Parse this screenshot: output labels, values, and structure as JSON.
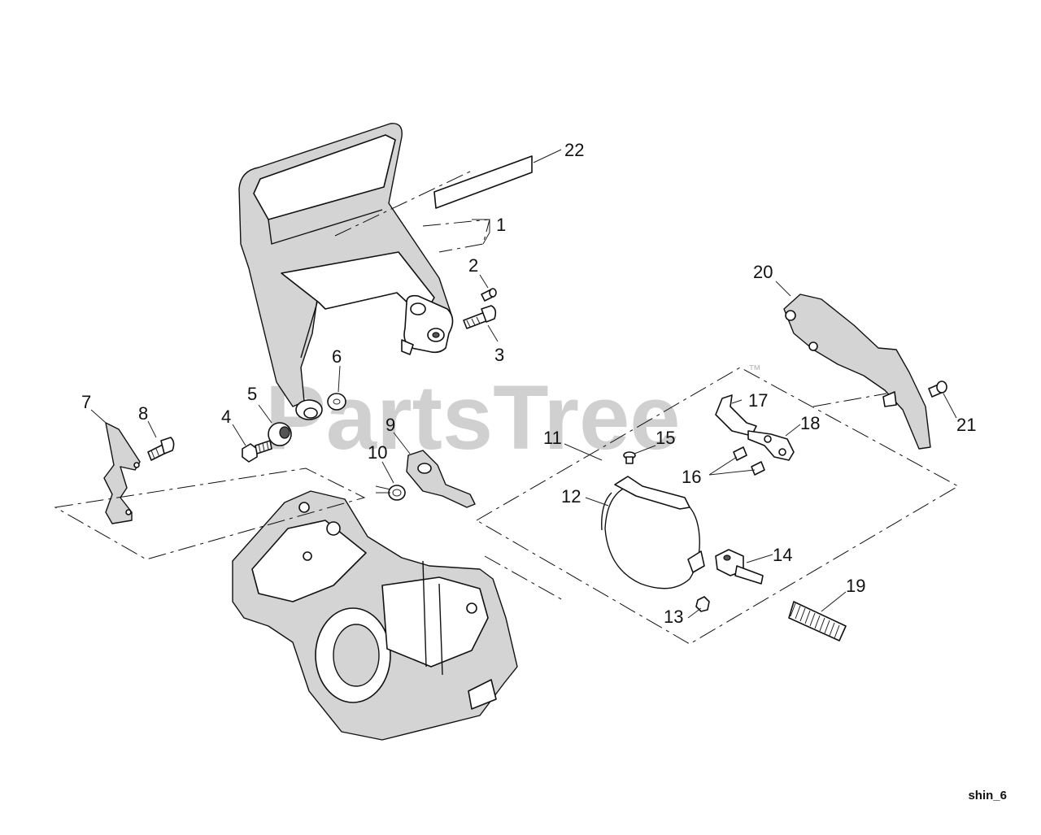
{
  "watermark": {
    "text": "PartsTree",
    "trademark": "™"
  },
  "diagram_code": "shin_6",
  "callouts": {
    "c1": "1",
    "c2": "2",
    "c3": "3",
    "c4": "4",
    "c5": "5",
    "c6": "6",
    "c7": "7",
    "c8": "8",
    "c9": "9",
    "c10": "10",
    "c11": "11",
    "c12": "12",
    "c13": "13",
    "c14": "14",
    "c15": "15",
    "c16": "16",
    "c17": "17",
    "c18": "18",
    "c19": "19",
    "c20": "20",
    "c21": "21",
    "c22": "22"
  }
}
